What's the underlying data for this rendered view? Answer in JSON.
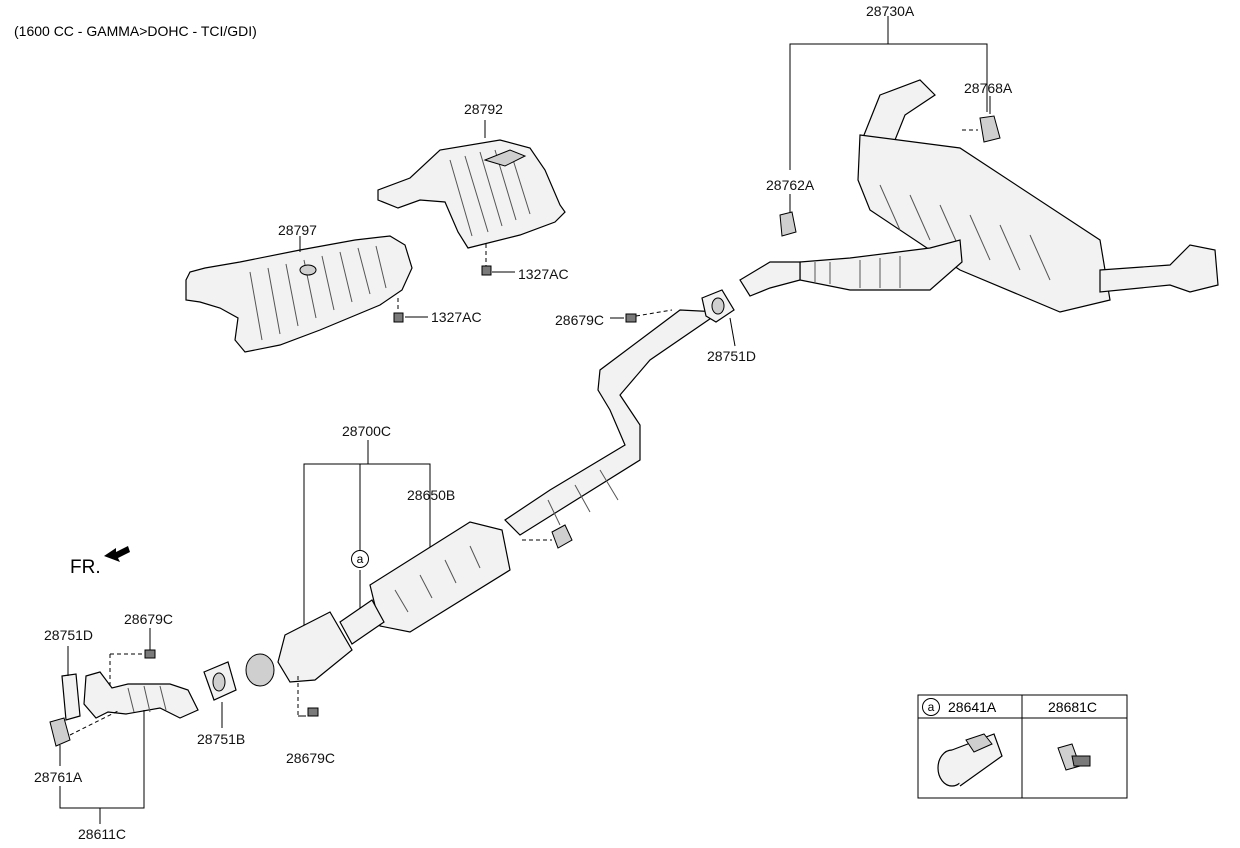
{
  "header": {
    "engine_spec": "(1600 CC - GAMMA>DOHC - TCI/GDI)"
  },
  "direction": {
    "label": "FR."
  },
  "callouts": {
    "muffler_assy": "28730A",
    "hanger_rear": "28768A",
    "hanger_mid": "28762A",
    "heat_protector_upper": "28792",
    "heat_protector_lower": "28797",
    "bolt_upper": "1327AC",
    "bolt_lower": "1327AC",
    "nut_mid": "28679C",
    "gasket_mid": "28751D",
    "center_pipe_assy": "28700C",
    "catalytic_converter": "28650B",
    "marker_a": "a",
    "gasket_front": "28751D",
    "nut_front": "28679C",
    "gasket_b": "28751B",
    "nut_lower": "28679C",
    "hanger_front": "28761A",
    "front_pipe": "28611C"
  },
  "legend": {
    "marker": "a",
    "col1_part": "28641A",
    "col2_part": "28681C"
  }
}
